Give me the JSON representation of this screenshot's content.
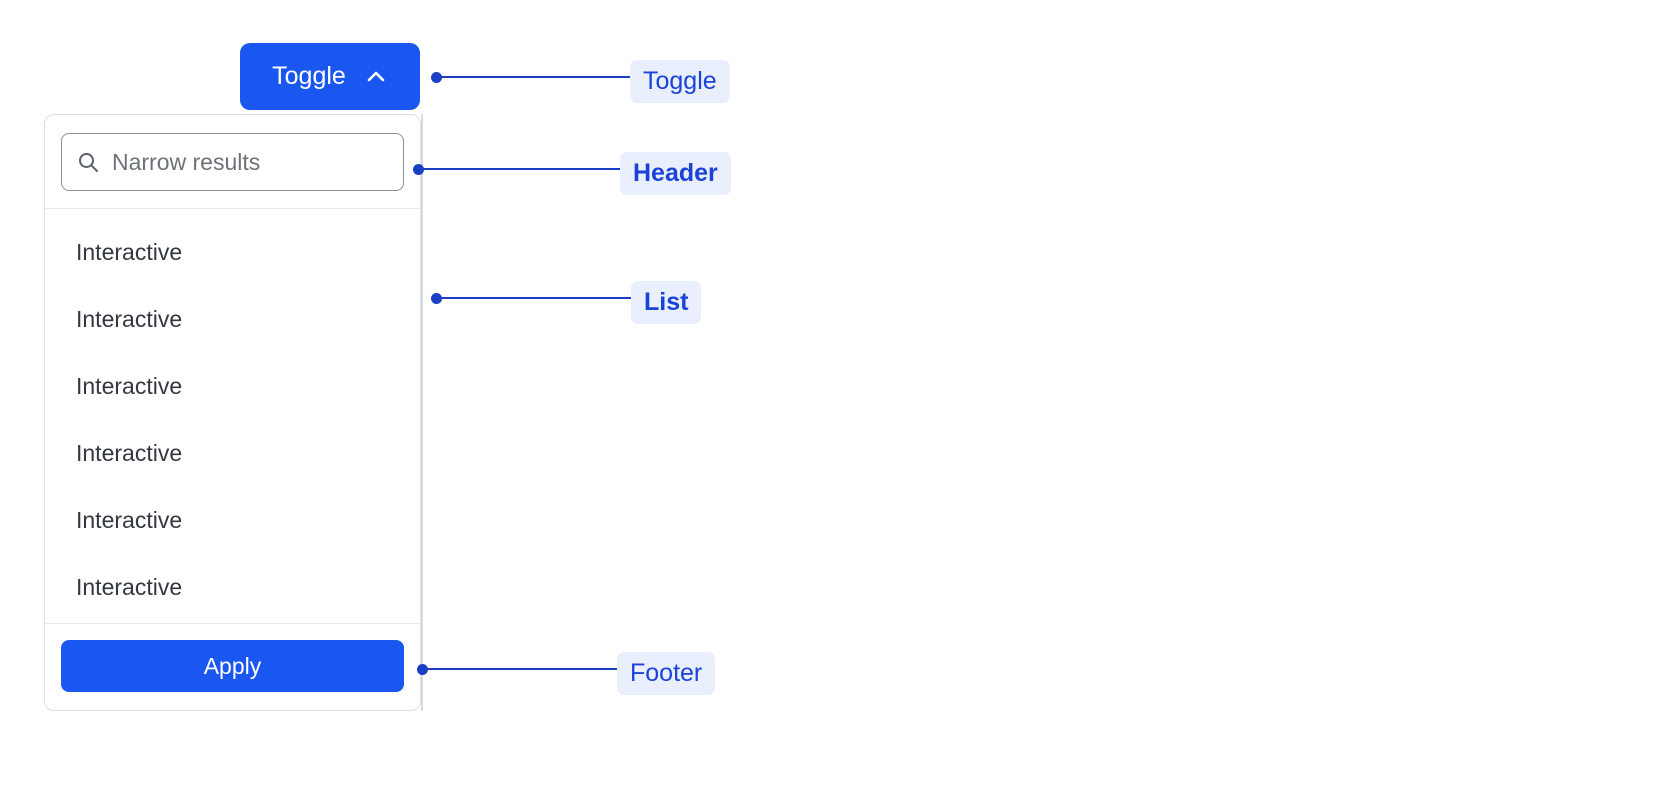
{
  "toggle": {
    "label": "Toggle",
    "icon": "chevron-up-icon"
  },
  "panel": {
    "header": {
      "search": {
        "icon": "search-icon",
        "placeholder": "Narrow results",
        "value": ""
      }
    },
    "list": {
      "items": [
        {
          "label": "Interactive"
        },
        {
          "label": "Interactive"
        },
        {
          "label": "Interactive"
        },
        {
          "label": "Interactive"
        },
        {
          "label": "Interactive"
        },
        {
          "label": "Interactive"
        }
      ]
    },
    "footer": {
      "apply_label": "Apply"
    }
  },
  "annotations": [
    {
      "id": "toggle",
      "label": "Toggle",
      "bold": false
    },
    {
      "id": "header",
      "label": "Header",
      "bold": true
    },
    {
      "id": "list",
      "label": "List",
      "bold": true
    },
    {
      "id": "footer",
      "label": "Footer",
      "bold": false
    }
  ],
  "colors": {
    "accent": "#1a56f0",
    "annotation_text": "#1b43d8",
    "annotation_chip_bg": "#e9effc",
    "annotation_line": "#1b3fc4",
    "panel_border": "#dcdfe4",
    "divider": "#e6e8eb",
    "list_text": "#33373f",
    "placeholder_text": "#6d7278",
    "guide_line": "#d7dade",
    "page_bg": "#ffffff"
  }
}
